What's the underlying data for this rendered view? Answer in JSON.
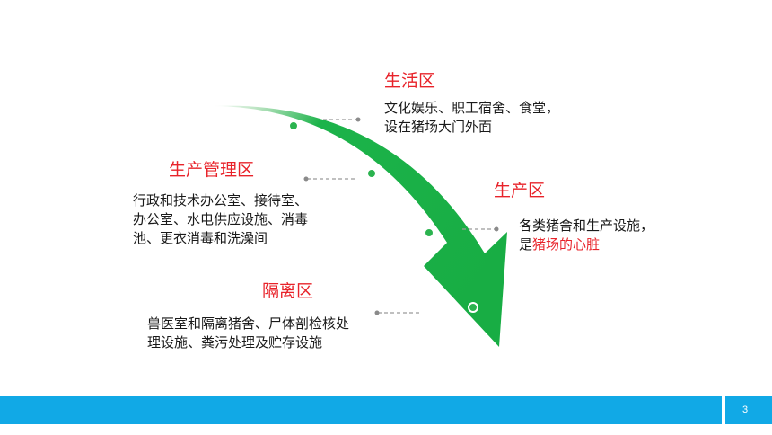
{
  "zones": {
    "living": {
      "title": "生活区",
      "desc_line1": "文化娱乐、职工宿舍、食堂，",
      "desc_line2": "设在猪场大门外面"
    },
    "management": {
      "title": "生产管理区",
      "desc_line1": "行政和技术办公室、接待室、",
      "desc_line2": "办公室、水电供应设施、消毒",
      "desc_line3": "池、更衣消毒和洗澡间"
    },
    "production": {
      "title": "生产区",
      "desc_line1": "各类猪舍和生产设施，",
      "desc_line2_prefix": "是",
      "desc_line2_highlight": "猪场的心脏"
    },
    "isolation": {
      "title": "隔离区",
      "desc_line1": "兽医室和隔离猪舍、尸体剖检核处",
      "desc_line2": "理设施、粪污处理及贮存设施"
    }
  },
  "footer": {
    "page_number": "3"
  },
  "colors": {
    "arrow_green": "#1cb34a",
    "arrow_tail": "#dff1e2",
    "title_red": "#e8232a",
    "footer_blue": "#11a9e6",
    "connector_gray": "#9a9a9a"
  }
}
